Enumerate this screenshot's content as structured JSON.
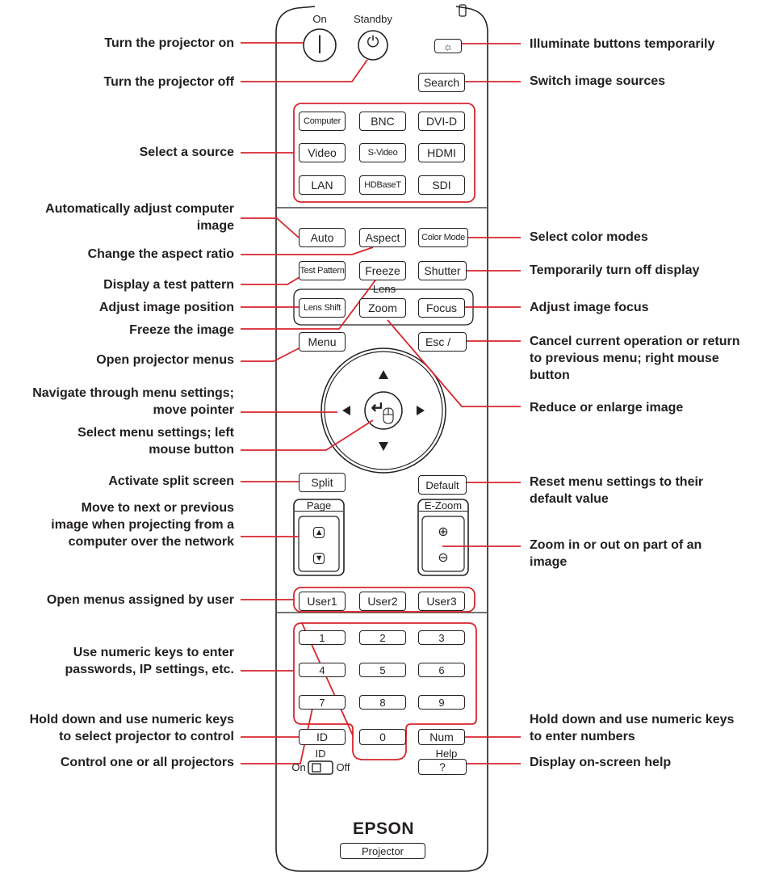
{
  "labels_left": {
    "power_on": "Turn the projector on",
    "power_off": "Turn the projector off",
    "source_select": "Select a source",
    "auto_adjust": "Automatically adjust computer\nimage",
    "aspect": "Change the aspect ratio",
    "test_pattern": "Display a test pattern",
    "lens_shift": "Adjust image position",
    "freeze": "Freeze the image",
    "menu": "Open projector menus",
    "navigate": "Navigate through menu settings;\nmove pointer",
    "enter": "Select menu settings; left\nmouse button",
    "split": "Activate split screen",
    "page": "Move to next or previous\nimage when projecting from a\ncomputer over the network",
    "user": "Open menus assigned by user",
    "numeric": "Use numeric keys to enter\npasswords, IP settings, etc.",
    "id": "Hold down and use numeric keys\nto select projector to control",
    "id_switch": "Control one or all projectors"
  },
  "labels_right": {
    "illuminate": "Illuminate buttons temporarily",
    "search": "Switch image sources",
    "color_mode": "Select color modes",
    "shutter": "Temporarily turn off display",
    "focus": "Adjust image focus",
    "esc": "Cancel current operation or return\nto previous menu; right mouse\nbutton",
    "zoom": "Reduce or enlarge image",
    "default": "Reset menu settings to their\ndefault value",
    "ezoom": "Zoom in or out on part of an\nimage",
    "num": "Hold down and use numeric keys\nto enter numbers",
    "help": "Display on-screen help"
  },
  "remote": {
    "on_label": "On",
    "standby_label": "Standby",
    "power_on_glyph": "|",
    "standby_glyph": "⏻",
    "light_glyph": "☼",
    "search": "Search",
    "sources": [
      "Computer",
      "BNC",
      "DVI-D",
      "Video",
      "S-Video",
      "HDMI",
      "LAN",
      "HDBaseT",
      "SDI"
    ],
    "auto": "Auto",
    "aspect": "Aspect",
    "color_mode": "Color Mode",
    "test_pattern": "Test Pattern",
    "freeze": "Freeze",
    "shutter": "Shutter",
    "lens_group": "Lens",
    "lens_shift": "Lens Shift",
    "zoom": "Zoom",
    "focus": "Focus",
    "menu": "Menu",
    "esc": "Esc /",
    "esc_icon": "mouse-right-icon",
    "enter_glyph": "↵",
    "split": "Split",
    "default": "Default",
    "page": "Page",
    "page_up": "▲",
    "page_down": "▼",
    "ezoom": "E-Zoom",
    "ezoom_in": "⊕",
    "ezoom_out": "⊖",
    "users": [
      "User1",
      "User2",
      "User3"
    ],
    "digits": [
      "1",
      "2",
      "3",
      "4",
      "5",
      "6",
      "7",
      "8",
      "9"
    ],
    "id": "ID",
    "zero": "0",
    "num": "Num",
    "id_switch_title": "ID",
    "help_title": "Help",
    "id_switch_on": "On",
    "id_switch_off": "Off",
    "help": "?",
    "brand": "EPSON",
    "model": "Projector"
  },
  "colors": {
    "callout": "#d7262e",
    "outline": "#231f20",
    "text": "#231f20"
  }
}
